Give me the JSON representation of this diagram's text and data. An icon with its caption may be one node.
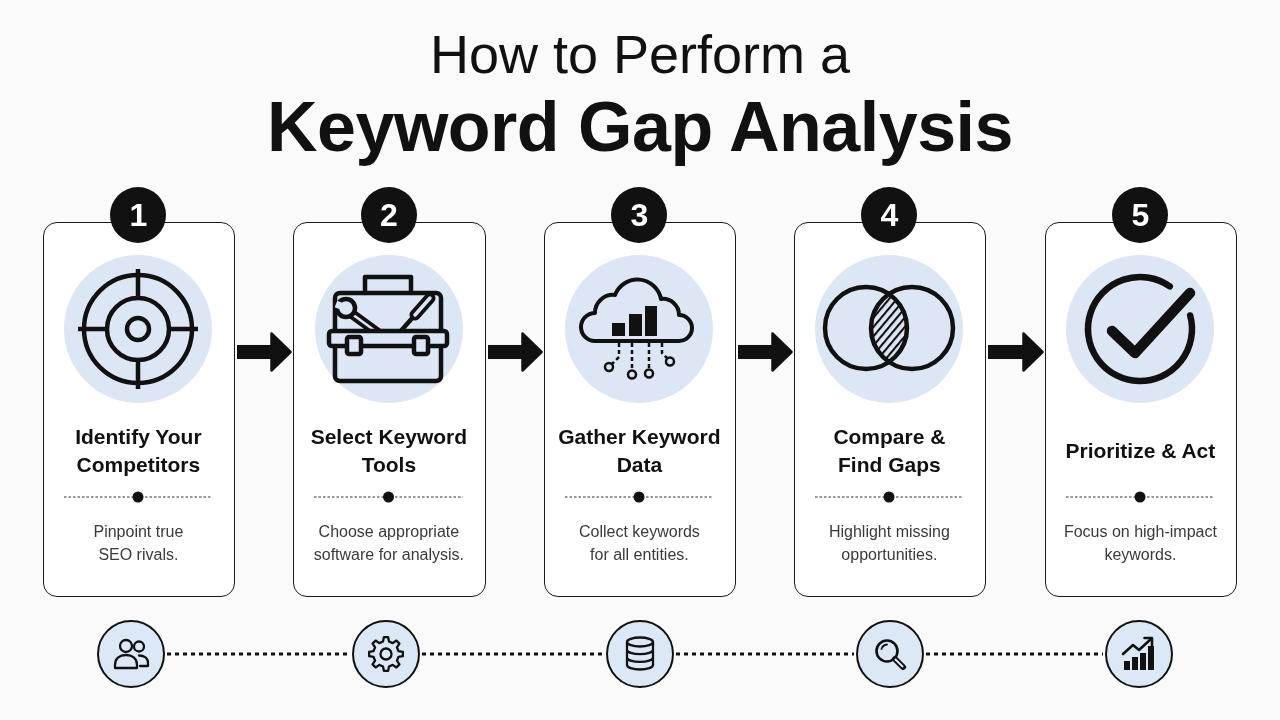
{
  "diagram": {
    "title": "How to Perform a **Keyword Gap Analysis**",
    "nodes": [
      {
        "text": [
          "1",
          "Identify Your Competitors",
          "Pinpoint true SEO rivals."
        ]
      },
      {
        "text": [
          "2",
          "Select Keyword Tools",
          "Choose appropriate software for analysis."
        ]
      },
      {
        "text": [
          "3",
          "Gather Keyword Data",
          "Collect keywords for all entities."
        ]
      },
      {
        "text": [
          "4",
          "Compare & Find Gaps",
          "Highlight missing opportunities."
        ]
      },
      {
        "text": [
          "5",
          "Prioritize & Act",
          "Focus on high-impact keywords."
        ]
      },
      {
        "text": [],
        "shape": "circle"
      },
      {
        "text": [],
        "shape": "circle"
      },
      {
        "text": [],
        "shape": "circle"
      },
      {
        "text": [],
        "shape": "circle"
      },
      {
        "text": [],
        "shape": "circle"
      }
    ],
    "edges": [
      {
        "from": 0,
        "to": 1,
        "arrow": "to",
        "style": "thick"
      },
      {
        "from": 1,
        "to": 2,
        "arrow": "to",
        "style": "thick"
      },
      {
        "from": 2,
        "to": 3,
        "arrow": "to",
        "style": "thick"
      },
      {
        "from": 3,
        "to": 4,
        "arrow": "to",
        "style": "thick"
      },
      {
        "from": 5,
        "to": 6,
        "arrow": "none",
        "style": "dashed"
      },
      {
        "from": 6,
        "to": 7,
        "arrow": "none",
        "style": "dashed"
      },
      {
        "from": 7,
        "to": 8,
        "arrow": "none",
        "style": "dashed"
      },
      {
        "from": 8,
        "to": 9,
        "arrow": "none",
        "style": "dashed"
      }
    ]
  }
}
